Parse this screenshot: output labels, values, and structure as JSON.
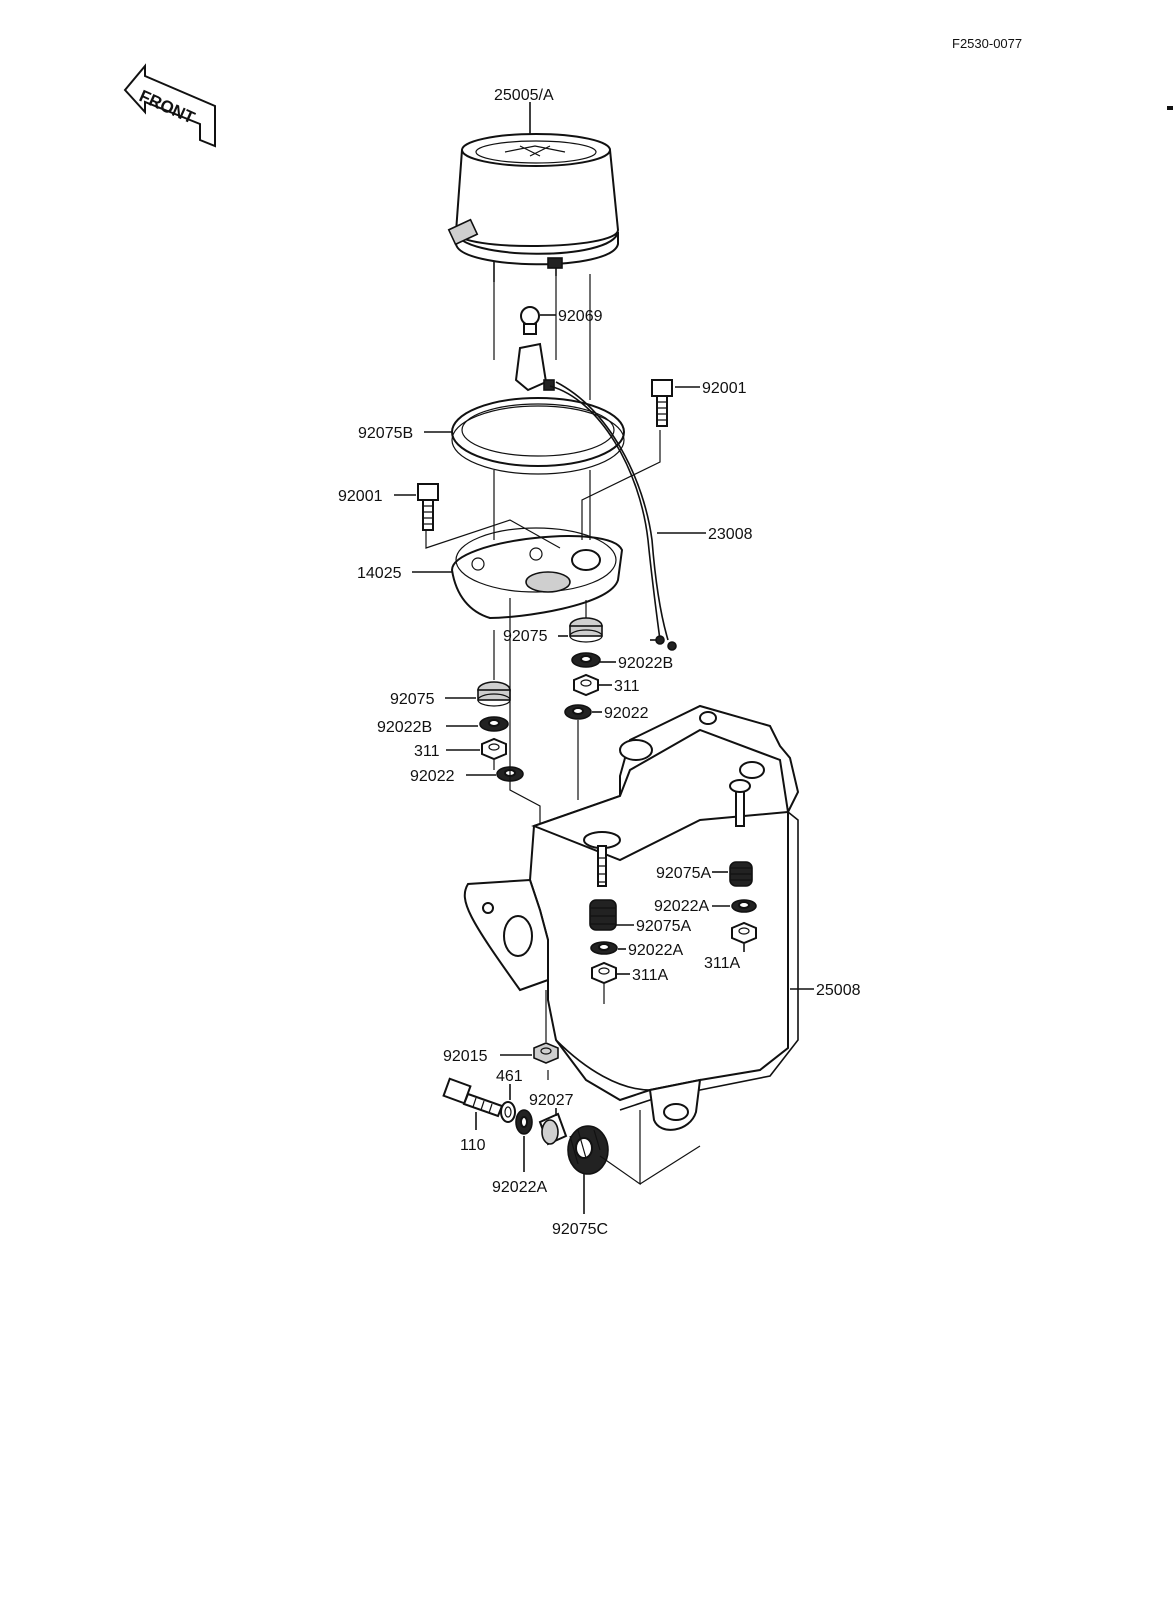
{
  "diagram_code": "F2530-0077",
  "front_label": "FRONT",
  "parts": {
    "speedometer": "25005/A",
    "bulb": "92069",
    "bolt_upper_right": "92001",
    "ring_gasket": "92075B",
    "bolt_left": "92001",
    "lamp_lead": "23008",
    "meter_case": "14025",
    "grommet_right": "92075",
    "washer_b_right": "92022B",
    "nut_right": "311",
    "washer_right": "92022",
    "grommet_left": "92075",
    "washer_b_left": "92022B",
    "nut_left": "311",
    "washer_left": "92022",
    "damper_right": "92075A",
    "washer_a_right": "92022A",
    "nut_a_right": "311A",
    "damper_center": "92075A",
    "washer_a_center": "92022A",
    "nut_a_center": "311A",
    "bracket": "25008",
    "nut_bottom": "92015",
    "lock_washer": "461",
    "collar": "92027",
    "bolt_bottom": "110",
    "washer_a_bottom": "92022A",
    "damper_bottom": "92075C"
  }
}
